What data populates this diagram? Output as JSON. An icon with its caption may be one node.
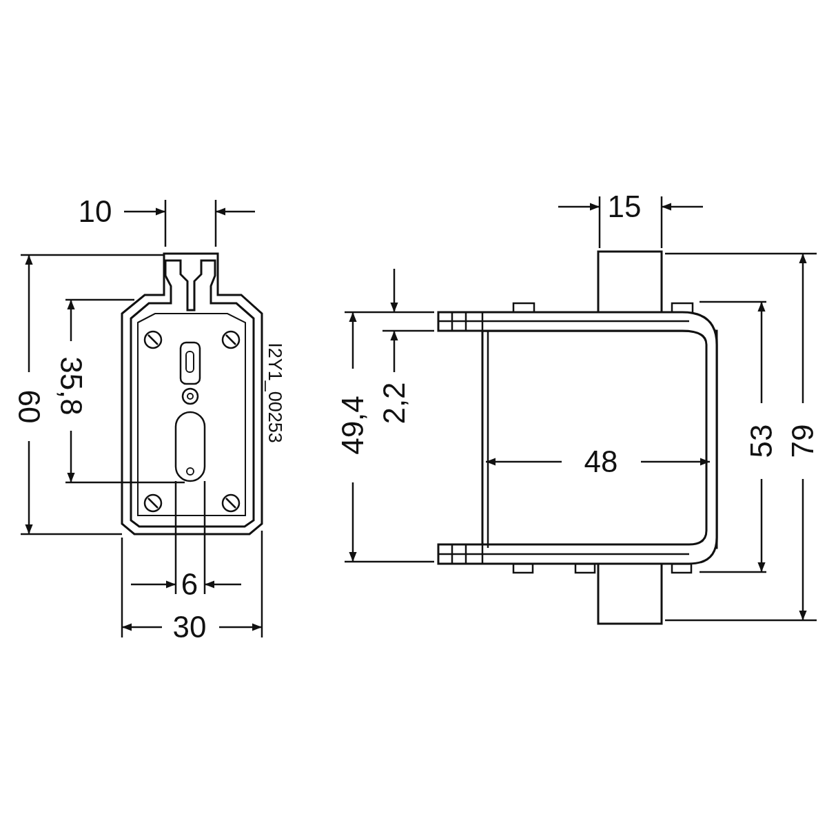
{
  "diagram": {
    "labels": [
      "10",
      "15",
      "60",
      "35,8",
      "I2Y1_00253",
      "49,4",
      "2,2",
      "48",
      "53",
      "79",
      "6",
      "30"
    ]
  }
}
